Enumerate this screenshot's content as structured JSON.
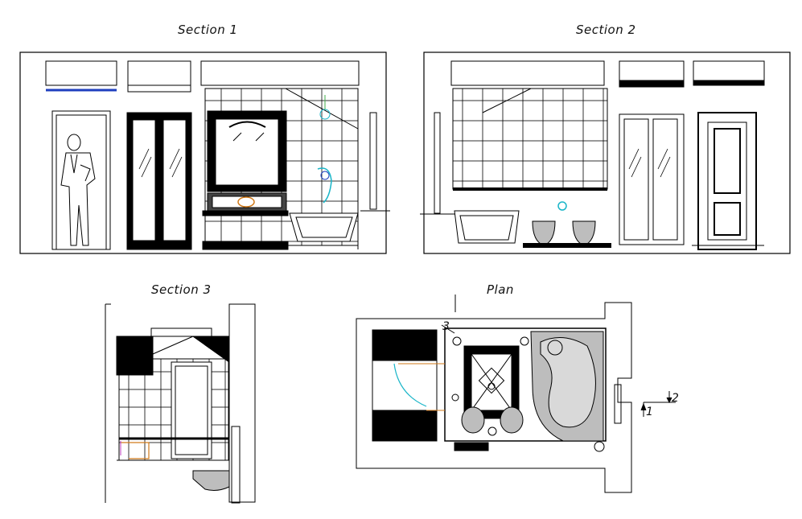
{
  "titles": {
    "section1": "Section 1",
    "section2": "Section 2",
    "section3": "Section 3",
    "plan": "Plan"
  },
  "plan_markers": {
    "marker1": "1",
    "marker2": "2",
    "marker3": "3"
  },
  "colors": {
    "line": "#000000",
    "fixture_fill": "#bdbdbd",
    "accent_cyan": "#19b5c8",
    "accent_orange": "#d07a1a",
    "accent_green": "#3fae4a",
    "accent_blue": "#1f3fbf",
    "accent_magenta": "#c040c0"
  }
}
